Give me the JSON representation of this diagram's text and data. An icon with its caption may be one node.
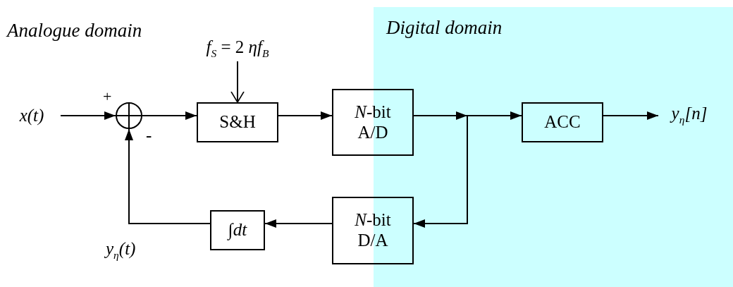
{
  "diagram": {
    "nodes": [
      {
        "text": [
          "Digital domain"
        ]
      },
      {
        "text": [
          "*f*$_{S}$ = 2 *ηf*$_{B}$"
        ]
      },
      {
        "text": [
          "*x*(*t*)"
        ]
      },
      {
        "text": [],
        "shape": "circle"
      },
      {
        "text": [
          "S&H"
        ]
      },
      {
        "text": [
          "*N*-bit A/D"
        ]
      },
      {
        "text": [
          "ACC"
        ],
        "in": 0
      },
      {
        "text": [
          "*y*$_{η}$[*n*]"
        ],
        "in": 0
      },
      {
        "text": [
          "*N*-bit D/A"
        ]
      },
      {
        "text": [
          "∫*dt*"
        ]
      }
    ],
    "edges": [
      {
        "from": 1,
        "to": 4,
        "arrow": "to"
      },
      {
        "from": 2,
        "to": 3,
        "arrow": "to"
      },
      {
        "from": 3,
        "to": 4,
        "arrow": "to"
      },
      {
        "from": 4,
        "to": 5,
        "arrow": "to"
      },
      {
        "from": 5,
        "to": 6,
        "arrow": "to"
      },
      {
        "from": 5,
        "to": 8,
        "arrow": "to"
      },
      {
        "from": 6,
        "to": 7,
        "arrow": "to"
      },
      {
        "from": 8,
        "to": 9,
        "arrow": "to"
      },
      {
        "from": 9,
        "to": 3,
        "arrow": "to",
        "label": "*y*$_{η}$(*t*)"
      }
    ],
    "labels": [
      "Analogue domain",
      "+",
      "-"
    ]
  }
}
